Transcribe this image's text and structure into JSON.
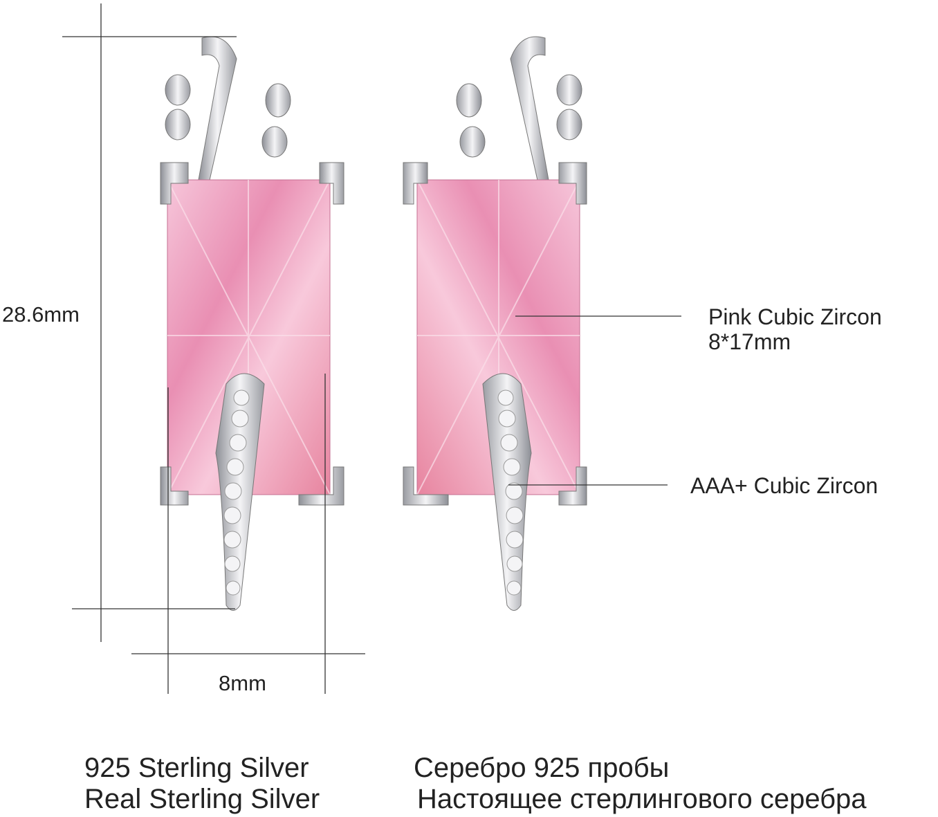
{
  "dimensions": {
    "height": "28.6mm",
    "width": "8mm"
  },
  "callouts": {
    "stone_name": "Pink Cubic Zircon",
    "stone_size": "8*17mm",
    "accent_stones": "AAA+ Cubic Zircon"
  },
  "footer": {
    "en_line1": "925 Sterling Silver",
    "en_line2": "Real Sterling Silver",
    "ru_line1": "Серебро 925 пробы",
    "ru_line2": "Настоящее стерлингового серебра"
  },
  "colors": {
    "gem": "#f0a3c4",
    "silver": "#d9d9dc",
    "line": "#333333"
  }
}
